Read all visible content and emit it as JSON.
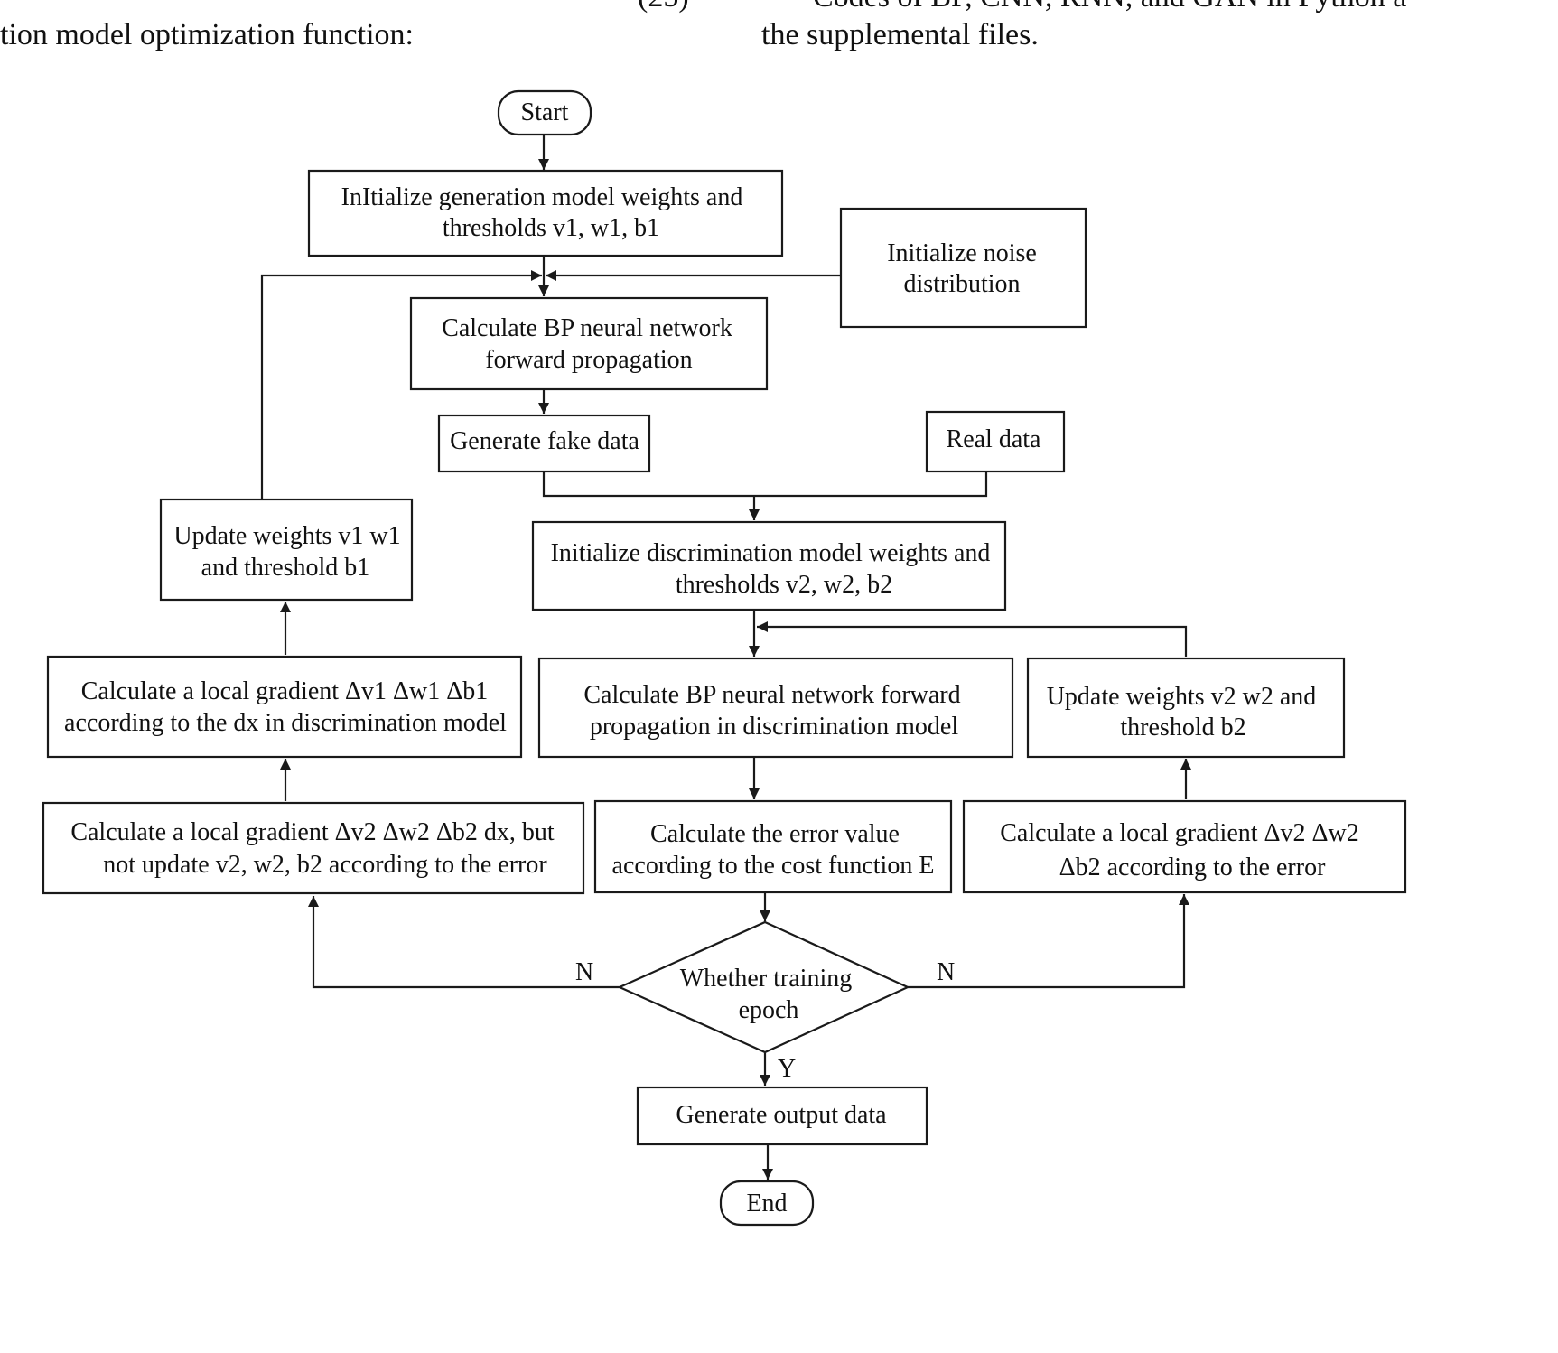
{
  "header_fragments": {
    "left": "tion model optimization function:",
    "eq_number": "(25)",
    "right_top": "Codes of BP, CNN, RNN, and GAN in Python a",
    "right_bottom": "the supplemental files."
  },
  "flowchart": {
    "nodes": {
      "start": [
        "Start"
      ],
      "init_gen": [
        "InItialize generation model weights and",
        "thresholds v1, w1, b1"
      ],
      "init_noise": [
        "Initialize noise",
        "distribution"
      ],
      "calc_bp_fwd": [
        "Calculate BP neural network",
        "forward propagation"
      ],
      "gen_fake": [
        "Generate fake data"
      ],
      "real_data": [
        "Real data"
      ],
      "update_v1w1": [
        "Update weights v1 w1",
        "and threshold b1"
      ],
      "init_disc": [
        "Initialize discrimination model weights and",
        "thresholds v2, w2, b2"
      ],
      "grad_v1": [
        "Calculate a local gradient Δv1  Δw1  Δb1",
        "according to the dx in discrimination model"
      ],
      "calc_bp_disc": [
        "Calculate BP neural network forward",
        "propagation in discrimination model"
      ],
      "update_v2w2": [
        "Update weights v2 w2 and",
        "threshold b2"
      ],
      "grad_v2_dx": [
        "Calculate a local gradient Δv2 Δw2 Δb2 dx, but",
        "not update v2, w2, b2 according to the error"
      ],
      "calc_error": [
        "Calculate the error value",
        "according to the cost function E"
      ],
      "grad_v2": [
        "Calculate a local gradient Δv2 Δw2",
        "Δb2 according to the error"
      ],
      "decision": [
        "Whether training",
        "epoch"
      ],
      "gen_output": [
        "Generate output data"
      ],
      "end": [
        "End"
      ]
    },
    "edge_labels": {
      "no_left": "N",
      "no_right": "N",
      "yes": "Y"
    }
  }
}
